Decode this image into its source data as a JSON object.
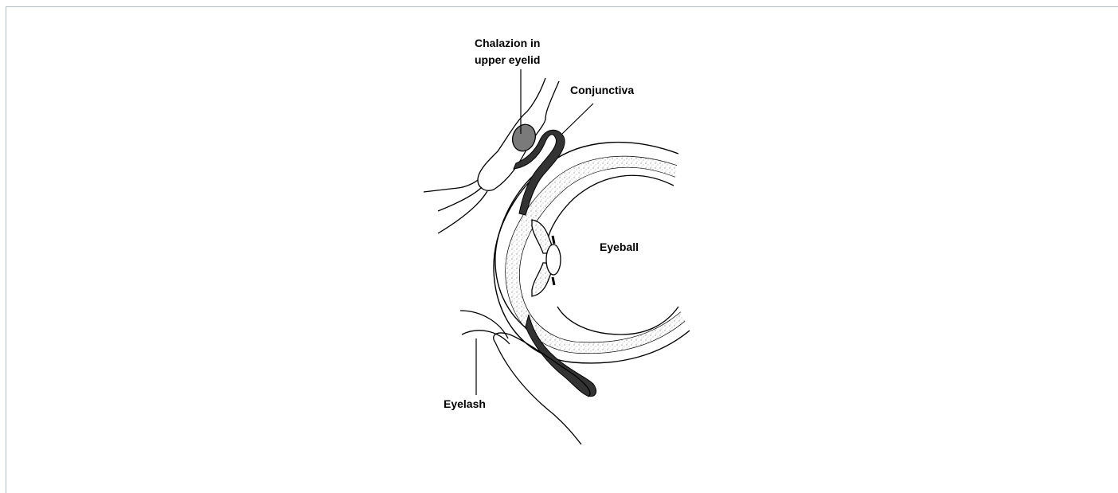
{
  "labels": {
    "chalazion_line1": "Chalazion in",
    "chalazion_line2": "upper eyelid",
    "conjunctiva": "Conjunctiva",
    "eyeball": "Eyeball",
    "eyelash": "Eyelash"
  },
  "colors": {
    "outline": "#000000",
    "conjunctiva": "#333333",
    "chalazion": "#7a7a7a",
    "stipple": "#d6d6d6",
    "frame": "#b3bcc5"
  }
}
